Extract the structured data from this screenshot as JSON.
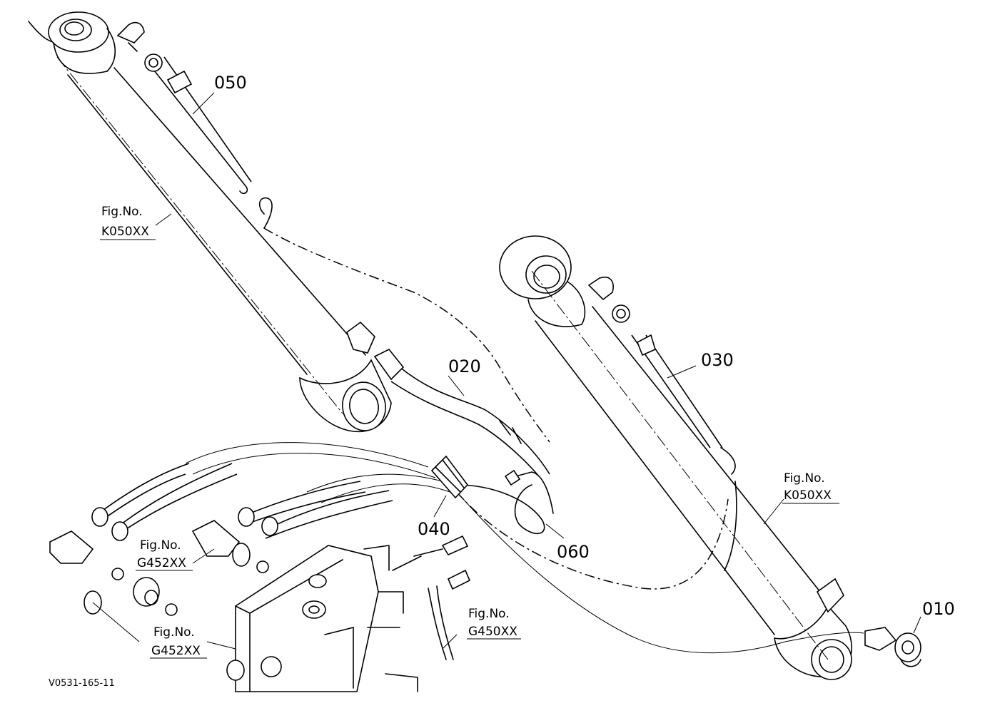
{
  "drawing_code": "V0531-165-11",
  "parts": [
    {
      "id": "p010",
      "label": "010"
    },
    {
      "id": "p020",
      "label": "020"
    },
    {
      "id": "p030",
      "label": "030"
    },
    {
      "id": "p040",
      "label": "040"
    },
    {
      "id": "p050",
      "label": "050"
    },
    {
      "id": "p060",
      "label": "060"
    }
  ],
  "figure_refs": [
    {
      "prefix": "Fig.No.",
      "code": "K050XX"
    },
    {
      "prefix": "Fig.No.",
      "code": "K050XX"
    },
    {
      "prefix": "Fig.No.",
      "code": "G452XX"
    },
    {
      "prefix": "Fig.No.",
      "code": "G452XX"
    },
    {
      "prefix": "Fig.No.",
      "code": "G450XX"
    }
  ]
}
